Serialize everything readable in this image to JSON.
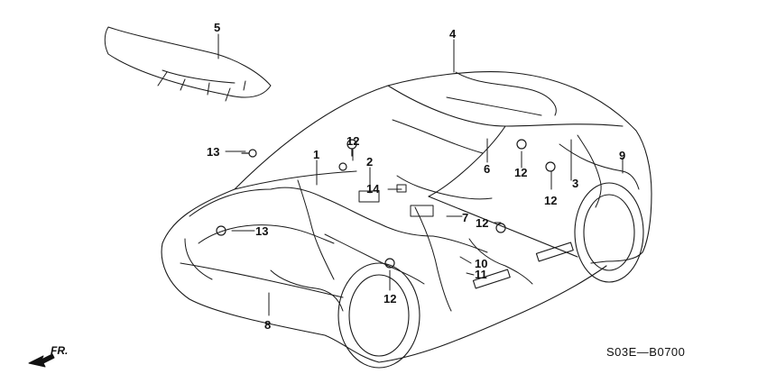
{
  "diagram": {
    "callouts": [
      {
        "id": "c5",
        "text": "5"
      },
      {
        "id": "c4",
        "text": "4"
      },
      {
        "id": "c13a",
        "text": "13"
      },
      {
        "id": "c12a",
        "text": "12"
      },
      {
        "id": "c1",
        "text": "1"
      },
      {
        "id": "c2",
        "text": "2"
      },
      {
        "id": "c14",
        "text": "14"
      },
      {
        "id": "c6",
        "text": "6"
      },
      {
        "id": "c12b",
        "text": "12"
      },
      {
        "id": "c12c",
        "text": "12"
      },
      {
        "id": "c3",
        "text": "3"
      },
      {
        "id": "c9",
        "text": "9"
      },
      {
        "id": "c7",
        "text": "7"
      },
      {
        "id": "c12d",
        "text": "12"
      },
      {
        "id": "c13b",
        "text": "13"
      },
      {
        "id": "c10",
        "text": "10"
      },
      {
        "id": "c11",
        "text": "11"
      },
      {
        "id": "c12e",
        "text": "12"
      },
      {
        "id": "c8",
        "text": "8"
      }
    ],
    "direction_label": "FR.",
    "diagram_code": "S03E—B0700"
  }
}
